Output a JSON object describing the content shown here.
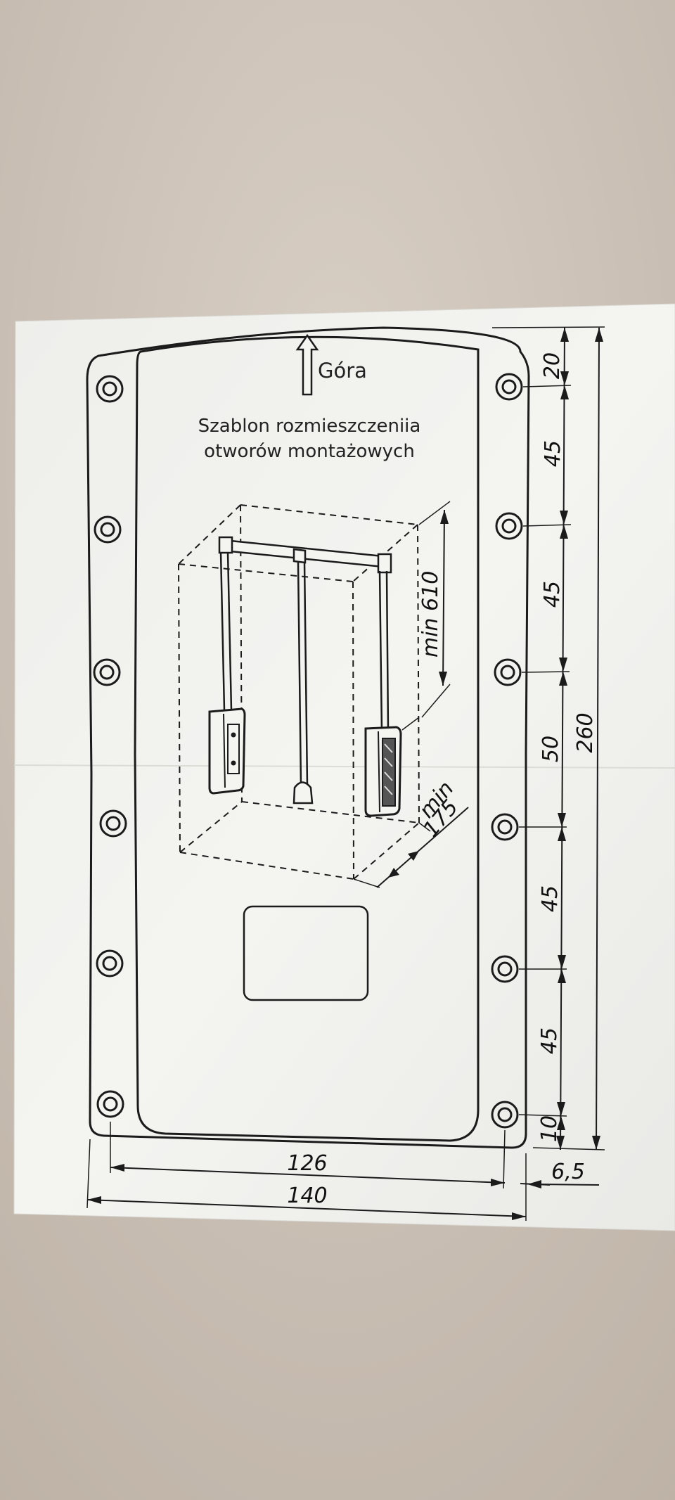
{
  "template": {
    "direction_label": "Góra",
    "title_line1": "Szablon rozmieszczeniia",
    "title_line2": "otworów montażowych"
  },
  "dimensions": {
    "top_offset": "20",
    "gap_1": "45",
    "gap_2": "45",
    "gap_3": "50",
    "gap_4": "45",
    "gap_5": "45",
    "bottom_offset": "10",
    "total_height": "260",
    "hole_spacing_width": "126",
    "total_width": "140",
    "side_offset": "6,5",
    "min_height": "min 610",
    "min_depth_label": "min",
    "min_depth_value": "175"
  },
  "colors": {
    "paper": "#f1f1ee",
    "ink": "#1b1b1b",
    "background": "#cdc2b6"
  }
}
